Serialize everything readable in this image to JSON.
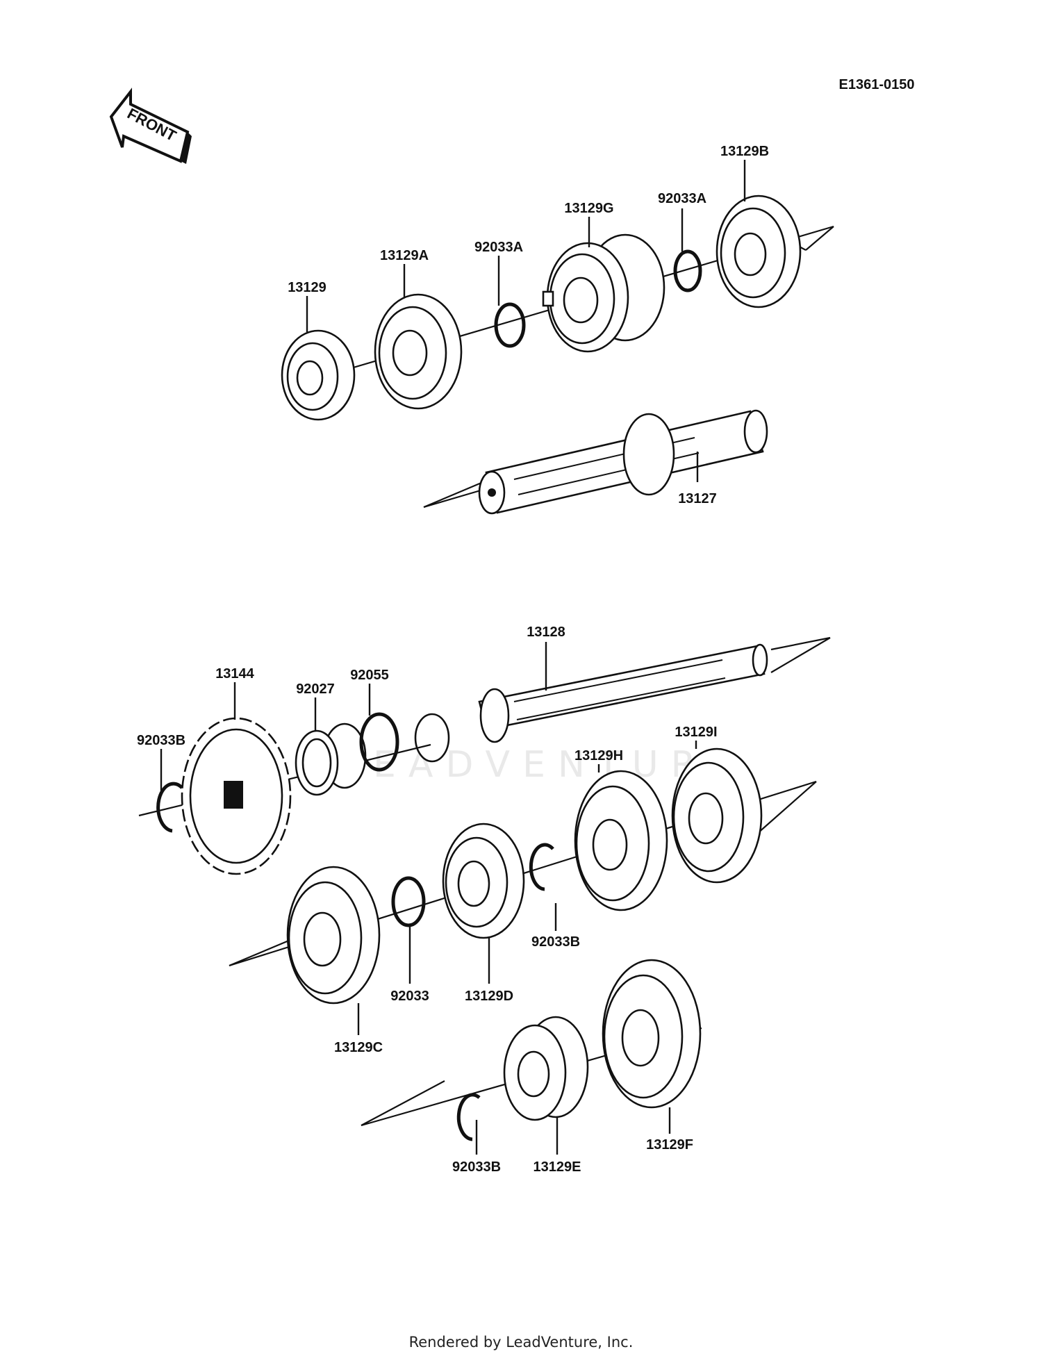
{
  "diagram_code": "E1361-0150",
  "front_arrow_label": "FRONT",
  "watermark": "LEADVENTURE",
  "footer": "Rendered by LeadVenture, Inc.",
  "labels": {
    "p13129B": "13129B",
    "p92033A_right": "92033A",
    "p13129G": "13129G",
    "p92033A_left": "92033A",
    "p13129A": "13129A",
    "p13129": "13129",
    "p13127": "13127",
    "p13128": "13128",
    "p13144": "13144",
    "p92027": "92027",
    "p92055": "92055",
    "p92033B_sprocket": "92033B",
    "p13129I": "13129I",
    "p13129H": "13129H",
    "p92033B_mid": "92033B",
    "p92033": "92033",
    "p13129D": "13129D",
    "p13129C": "13129C",
    "p13129F": "13129F",
    "p92033B_bottom": "92033B",
    "p13129E": "13129E"
  }
}
